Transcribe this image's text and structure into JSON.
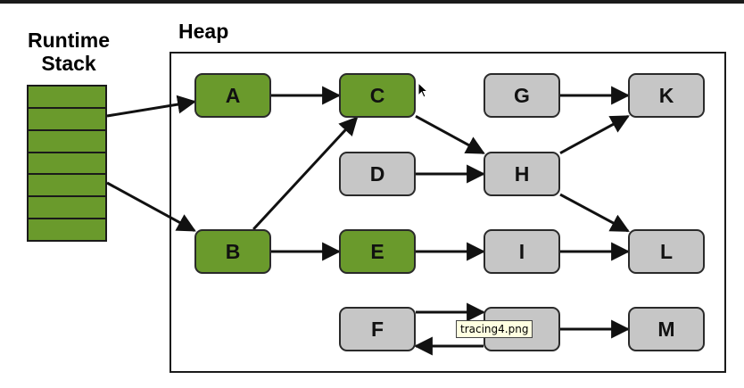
{
  "titles": {
    "stack_line1": "Runtime",
    "stack_line2": "Stack",
    "heap": "Heap"
  },
  "stack": {
    "slots": 7
  },
  "nodes": [
    {
      "id": "A",
      "label": "A",
      "live": true
    },
    {
      "id": "B",
      "label": "B",
      "live": true
    },
    {
      "id": "C",
      "label": "C",
      "live": true
    },
    {
      "id": "D",
      "label": "D",
      "live": false
    },
    {
      "id": "E",
      "label": "E",
      "live": true
    },
    {
      "id": "F",
      "label": "F",
      "live": false
    },
    {
      "id": "G",
      "label": "G",
      "live": false
    },
    {
      "id": "H",
      "label": "H",
      "live": false
    },
    {
      "id": "I",
      "label": "I",
      "live": false
    },
    {
      "id": "J",
      "label": "",
      "live": false
    },
    {
      "id": "K",
      "label": "K",
      "live": false
    },
    {
      "id": "L",
      "label": "L",
      "live": false
    },
    {
      "id": "M",
      "label": "M",
      "live": false
    }
  ],
  "edges": [
    {
      "from": "stack",
      "to": "A"
    },
    {
      "from": "stack",
      "to": "B"
    },
    {
      "from": "A",
      "to": "C"
    },
    {
      "from": "B",
      "to": "C"
    },
    {
      "from": "B",
      "to": "E"
    },
    {
      "from": "C",
      "to": "H"
    },
    {
      "from": "D",
      "to": "H"
    },
    {
      "from": "E",
      "to": "I"
    },
    {
      "from": "G",
      "to": "K"
    },
    {
      "from": "H",
      "to": "K"
    },
    {
      "from": "H",
      "to": "L"
    },
    {
      "from": "I",
      "to": "L"
    },
    {
      "from": "F",
      "to": "J"
    },
    {
      "from": "J",
      "to": "F"
    },
    {
      "from": "J",
      "to": "M"
    }
  ],
  "tooltip": {
    "text": "tracing4.png"
  },
  "colors": {
    "live": "#6a9a2c",
    "dead": "#c6c6c6",
    "line": "#111111"
  }
}
